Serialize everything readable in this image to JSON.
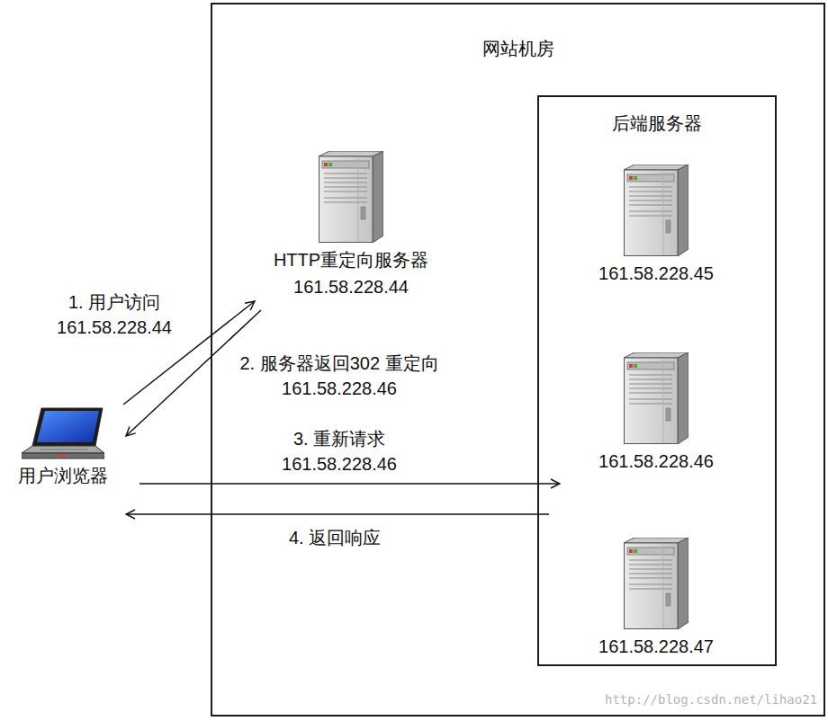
{
  "diagram": {
    "nodes": [
      {
        "text": [
          "网站机房"
        ]
      },
      {
        "text": [
          "HTTP重定向服务器",
          "161.58.228.44"
        ],
        "in": 0
      },
      {
        "text": [
          "用户浏览器"
        ]
      },
      {
        "text": [
          "后端服务器"
        ],
        "in": 0
      },
      {
        "text": [
          "161.58.228.45"
        ],
        "in": 3
      },
      {
        "text": [
          "161.58.228.46"
        ],
        "in": 3
      },
      {
        "text": [
          "161.58.228.47"
        ],
        "in": 3
      }
    ],
    "edges": [
      {
        "from": 2,
        "to": 1,
        "label": "1. 用户访问 161.58.228.44",
        "arrow": "to"
      },
      {
        "from": 1,
        "to": 2,
        "label": "2. 服务器返回302 重定向161.58.228.46",
        "arrow": "to"
      },
      {
        "from": 2,
        "to": 5,
        "label": "3. 重新请求 161.58.228.46",
        "arrow": "to"
      },
      {
        "from": 5,
        "to": 2,
        "label": "4. 返回响应",
        "arrow": "to"
      }
    ],
    "labels": [
      "http://blog.csdn.net/lihao21"
    ]
  }
}
